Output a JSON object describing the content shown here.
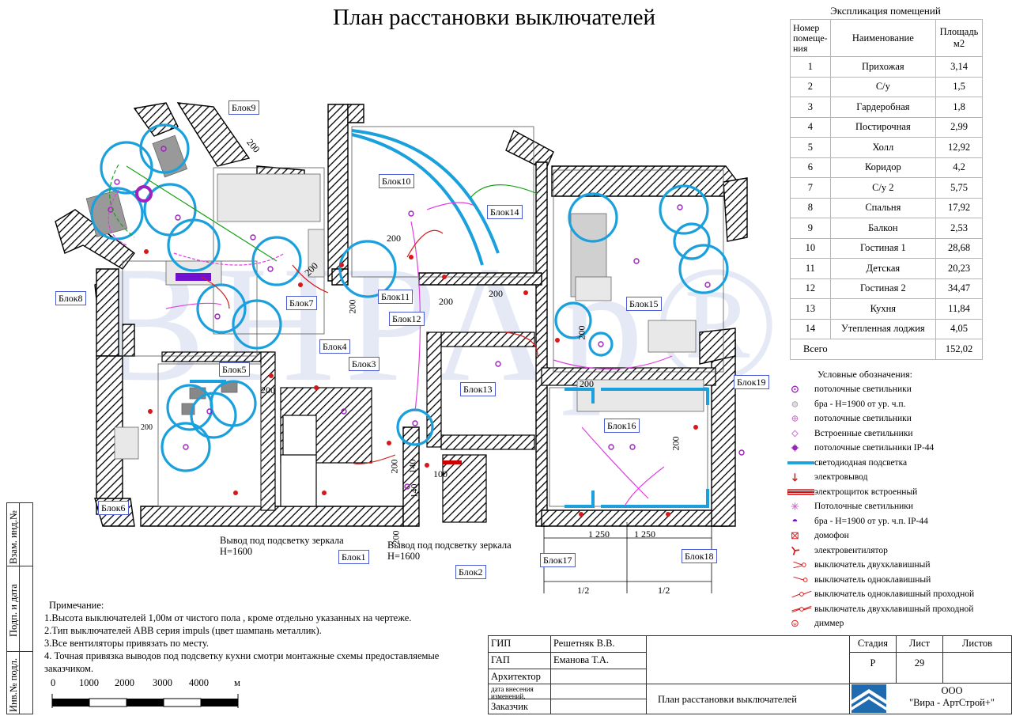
{
  "title": "План расстановки выключателей",
  "explication": {
    "caption": "Экспликация  помещений",
    "headers": [
      "Номер помеще-ния",
      "Наименование",
      "Площадь м2"
    ],
    "rows": [
      [
        "1",
        "Прихожая",
        "3,14"
      ],
      [
        "2",
        "С/у",
        "1,5"
      ],
      [
        "3",
        "Гардеробная",
        "1,8"
      ],
      [
        "4",
        "Постирочная",
        "2,99"
      ],
      [
        "5",
        "Холл",
        "12,92"
      ],
      [
        "6",
        "Коридор",
        "4,2"
      ],
      [
        "7",
        "С/у 2",
        "5,75"
      ],
      [
        "8",
        "Спальня",
        "17,92"
      ],
      [
        "9",
        "Балкон",
        "2,53"
      ],
      [
        "10",
        "Гостиная 1",
        "28,68"
      ],
      [
        "11",
        "Детская",
        "20,23"
      ],
      [
        "12",
        "Гостиная 2",
        "34,47"
      ],
      [
        "13",
        "Кухня",
        "11,84"
      ],
      [
        "14",
        "Утепленная лоджия",
        "4,05"
      ]
    ],
    "total_label": "Всего",
    "total_value": "152,02"
  },
  "legend": {
    "title": "Условные обозначения:",
    "items": [
      {
        "icon": "ceiling-light-icon",
        "label": "потолочные светильники"
      },
      {
        "icon": "wall-sconce-icon",
        "label": "бра - Н=1900 от ур. ч.п."
      },
      {
        "icon": "ceiling-light-alt-icon",
        "label": "потолочные светильники"
      },
      {
        "icon": "recessed-light-icon",
        "label": "Встроенные светильники"
      },
      {
        "icon": "ceiling-light-ip44-icon",
        "label": "потолочные светильники IP-44"
      },
      {
        "icon": "led-strip-icon",
        "label": "светодиодная подсветка"
      },
      {
        "icon": "outlet-icon",
        "label": "электровывод"
      },
      {
        "icon": "panel-icon",
        "label": "электрощиток встроенный"
      },
      {
        "icon": "ceiling-light-star-icon",
        "label": "Потолочные светильники"
      },
      {
        "icon": "wall-sconce-ip44-icon",
        "label": "бра - Н=1900 от ур. ч.п. IP-44"
      },
      {
        "icon": "intercom-icon",
        "label": "домофон"
      },
      {
        "icon": "fan-icon",
        "label": "электровентилятор"
      },
      {
        "icon": "double-switch-icon",
        "label": "выключатель двухклавишный"
      },
      {
        "icon": "single-switch-icon",
        "label": "выключатель  одноклавишный"
      },
      {
        "icon": "single-pass-switch-icon",
        "label": "выключатель  одноклавишный проходной"
      },
      {
        "icon": "double-pass-switch-icon",
        "label": "выключатель  двухклавишный проходной"
      },
      {
        "icon": "dimmer-icon",
        "label": "диммер"
      }
    ]
  },
  "notes": {
    "heading": "Примечание:",
    "lines": [
      "1.Высота выключателей 1,00м от   чистого пола , кроме отдельно указанных на чертеже.",
      "2.Тип выключателей ABB серия impuls (цвет шампань металлик).",
      "3.Все вентиляторы привязать по месту.",
      "4. Точная привязка выводов под подсветку кухни смотри монтажные схемы предоставляемые",
      "заказчиком."
    ]
  },
  "scale": {
    "ticks": [
      "0",
      "1000",
      "2000",
      "3000",
      "4000"
    ],
    "unit": "м"
  },
  "stamp": {
    "gip_label": "ГИП",
    "gip_name": "Решетняк В.В.",
    "gap_label": "ГАП",
    "gap_name": "Еманова Т.А.",
    "architect_label": "Архитектор",
    "changes_label": "дата  внесения изменений.",
    "customer_label": "Заказчик",
    "sheet_title": "План расстановки выключателей",
    "stage_label": "Стадия",
    "sheet_label": "Лист",
    "sheets_label": "Листов",
    "stage_value": "Р",
    "sheet_value": "29",
    "company_line1": "ООО",
    "company_line2": "\"Вира - АртСтрой+\""
  },
  "side_strip": [
    "Взам. инд.№",
    "Подп. и дата",
    "Инв.№ подл."
  ],
  "plan": {
    "blocks": [
      "Блок1",
      "Блок2",
      "Блок3",
      "Блок4",
      "Блок5",
      "Блок6",
      "Блок7",
      "Блок8",
      "Блок9",
      "Блок10",
      "Блок11",
      "Блок12",
      "Блок13",
      "Блок14",
      "Блок15",
      "Блок16",
      "Блок17",
      "Блок18",
      "Блок19"
    ],
    "mirror_note_1": "Вывод под подсветку зеркала",
    "mirror_note_1_h": "Н=1600",
    "mirror_note_2": "Вывод под подсветку зеркала",
    "mirror_note_2_h": "Н=1600",
    "dim_200": "200",
    "dim_140": "140",
    "dim_100": "100",
    "dim_1250": "1 250",
    "dim_half": "1/2"
  },
  "colors": {
    "wall_hatch": "#000000",
    "led_strip": "#1aa0dc",
    "switch_red": "#d81818",
    "wire_magenta": "#e040e0",
    "label_border": "#4a5cd0",
    "watermark": "#dfe4f4",
    "green_wire": "#19a019"
  }
}
